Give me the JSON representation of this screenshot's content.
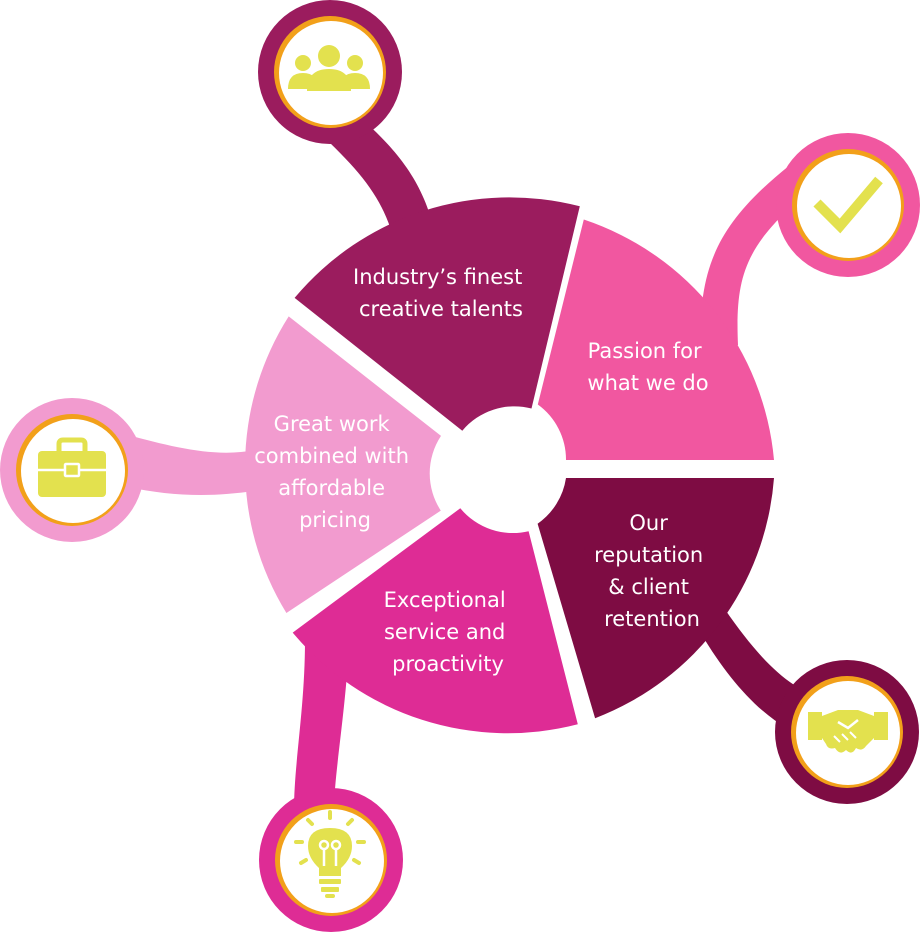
{
  "colors": {
    "talents": "#9b1c5e",
    "passion": "#f157a0",
    "reputation": "#7e0c43",
    "service": "#de2c95",
    "pricing": "#f29bcf",
    "icon": "#e3e14e",
    "ring": "#f2a01a"
  },
  "segments": {
    "talents": {
      "line1": "Industry’s finest",
      "line2": "creative talents"
    },
    "passion": {
      "line1": "Passion for",
      "line2": "what we do"
    },
    "reputation": {
      "line1": "Our",
      "line2": "reputation",
      "line3": "& client",
      "line4": "retention"
    },
    "service": {
      "line1": "Exceptional",
      "line2": "service and",
      "line3": "proactivity"
    },
    "pricing": {
      "line1": "Great work",
      "line2": "combined with",
      "line3": "affordable",
      "line4": "pricing"
    }
  },
  "icons": {
    "talents": "people-group-icon",
    "passion": "checkmark-icon",
    "reputation": "handshake-icon",
    "service": "lightbulb-icon",
    "pricing": "briefcase-icon"
  }
}
